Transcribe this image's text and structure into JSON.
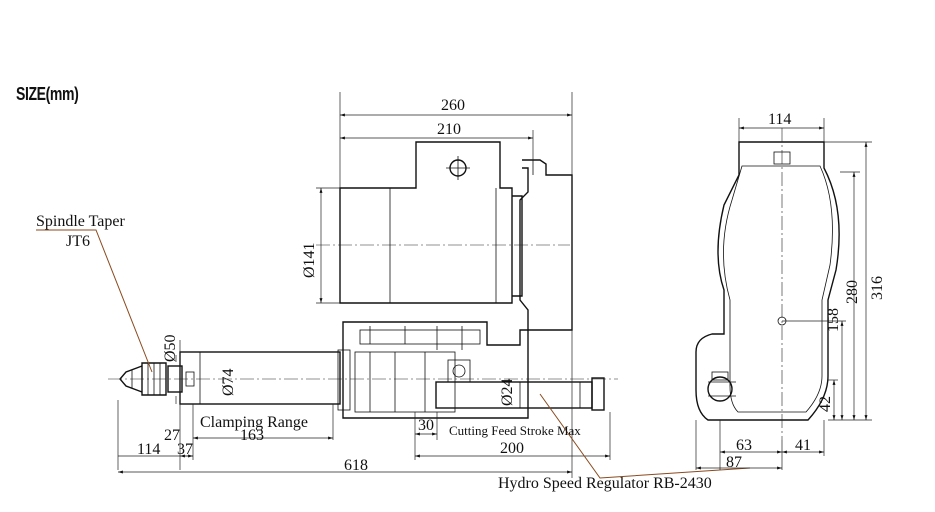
{
  "title": "SIZE(mm)",
  "labels": {
    "spindle_taper": "Spindle Taper",
    "jt6": "JT6",
    "clamping_range": "Clamping Range",
    "cutting_feed": "Cutting Feed Stroke Max",
    "hydro": "Hydro Speed Regulator RB-2430"
  },
  "dims": {
    "d260": "260",
    "d210": "210",
    "d141": "Ø141",
    "d50": "Ø50",
    "d74": "Ø74",
    "d24": "Ø24",
    "d27": "27",
    "d163": "163",
    "d114a": "114",
    "d37": "37",
    "d30": "30",
    "d200": "200",
    "d618": "618",
    "d114b": "114",
    "d280": "280",
    "d316": "316",
    "d158": "158",
    "d42": "42",
    "d63": "63",
    "d41": "41",
    "d87": "87"
  },
  "colors": {
    "line": "#111111",
    "leader": "#8a4a1e"
  }
}
